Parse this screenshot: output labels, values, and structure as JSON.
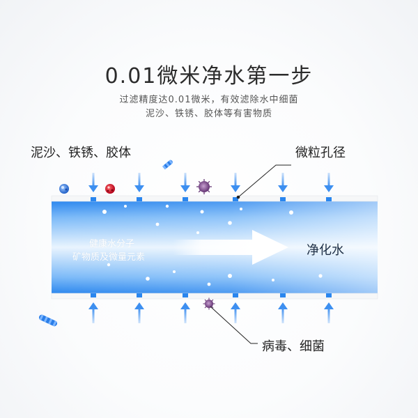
{
  "heading": {
    "title": "0.01微米净水第一步",
    "subtitle_line1": "过滤精度达0.01微米，有效滤除水中细菌",
    "subtitle_line2": "泥沙、铁锈、胶体等有害物质"
  },
  "labels": {
    "top_left": "泥沙、铁锈、胶体",
    "top_right": "微粒孔径",
    "bottom_right": "病毒、细菌",
    "inner_line1": "健康水分子",
    "inner_line2": "矿物质及微量元素",
    "output": "净化水"
  },
  "colors": {
    "channel_blue": "#2e8df0",
    "arrow_blue": "#3d8ff0",
    "membrane": "#f7f7f7",
    "text_dark": "#222222"
  },
  "icons": [
    "particle-red-icon",
    "particle-blue-icon",
    "bacteria-worm-icon",
    "virus-purple-icon",
    "flow-arrow-icon"
  ]
}
